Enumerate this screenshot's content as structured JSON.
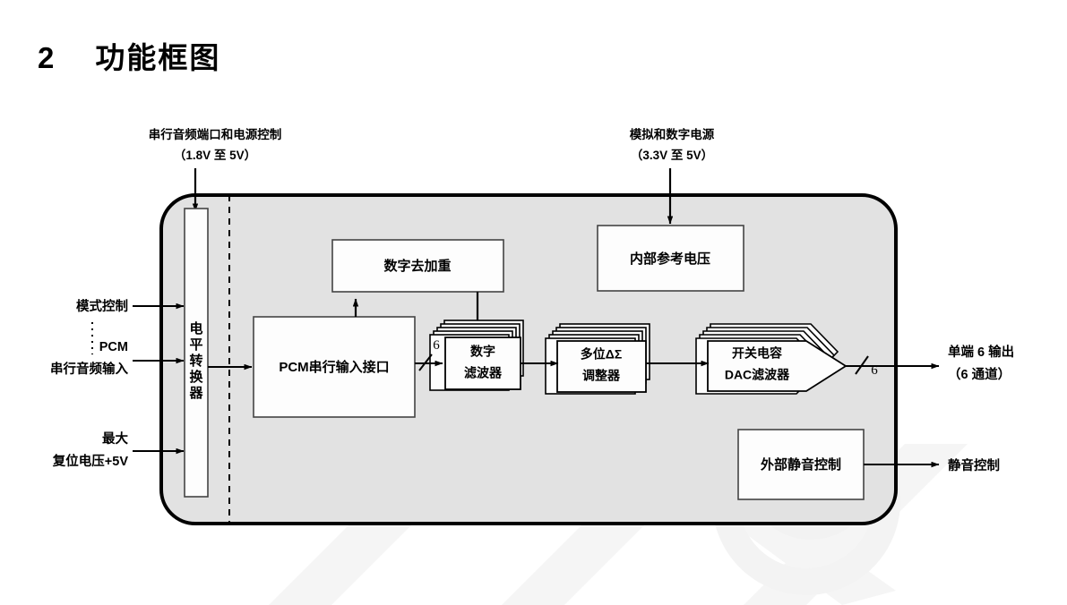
{
  "heading": {
    "number": "2",
    "title": "功能框图"
  },
  "top_labels": {
    "serial_audio": {
      "line1": "串行音频端口和电源控制",
      "line2": "（1.8V 至 5V）"
    },
    "power": {
      "line1": "模拟和数字电源",
      "line2": "（3.3V 至 5V）"
    }
  },
  "inputs": [
    {
      "label": "模式控制",
      "lines": [
        "模式控制"
      ]
    },
    {
      "label": "PCM串行音频输入",
      "lines": [
        "PCM",
        "串行音频输入"
      ]
    },
    {
      "label": "最大复位电压+5V",
      "lines": [
        "最大",
        "复位电压+5V"
      ]
    }
  ],
  "outputs": [
    {
      "label": "单端6输出（6通道）",
      "lines": [
        "单端 6 输出",
        "（6 通道）"
      ]
    },
    {
      "label": "静音控制",
      "lines": [
        "静音控制"
      ]
    }
  ],
  "blocks": {
    "level_shifter": {
      "label": "电平转换器",
      "chars": [
        "电",
        "平",
        "转",
        "换",
        "器"
      ]
    },
    "pcm_interface": {
      "label": "PCM串行输入接口",
      "lines": [
        "PCM串行输入接口"
      ]
    },
    "de_emphasis": {
      "label": "数字去加重",
      "lines": [
        "数字去加重"
      ]
    },
    "digital_filter": {
      "label": "数字滤波器",
      "lines": [
        "数字",
        "滤波器"
      ]
    },
    "modulator": {
      "label": "多位ΔΣ调整器",
      "lines": [
        "多位ΔΣ",
        "调整器"
      ]
    },
    "dac_filter": {
      "label": "开关电容DAC滤波器",
      "lines": [
        "开关电容",
        "DAC滤波器"
      ]
    },
    "internal_ref": {
      "label": "内部参考电压",
      "lines": [
        "内部参考电压"
      ]
    },
    "external_mute": {
      "label": "外部静音控制",
      "lines": [
        "外部静音控制"
      ]
    }
  },
  "bus_markers": [
    {
      "name": "filter-input-bus",
      "value": "6"
    },
    {
      "name": "output-bus",
      "value": "6"
    }
  ],
  "colors": {
    "chip_fill": "#e2e2e2",
    "block_fill": "#fdfdfd",
    "stroke": "#000000",
    "watermark": "#f4f4f4"
  }
}
